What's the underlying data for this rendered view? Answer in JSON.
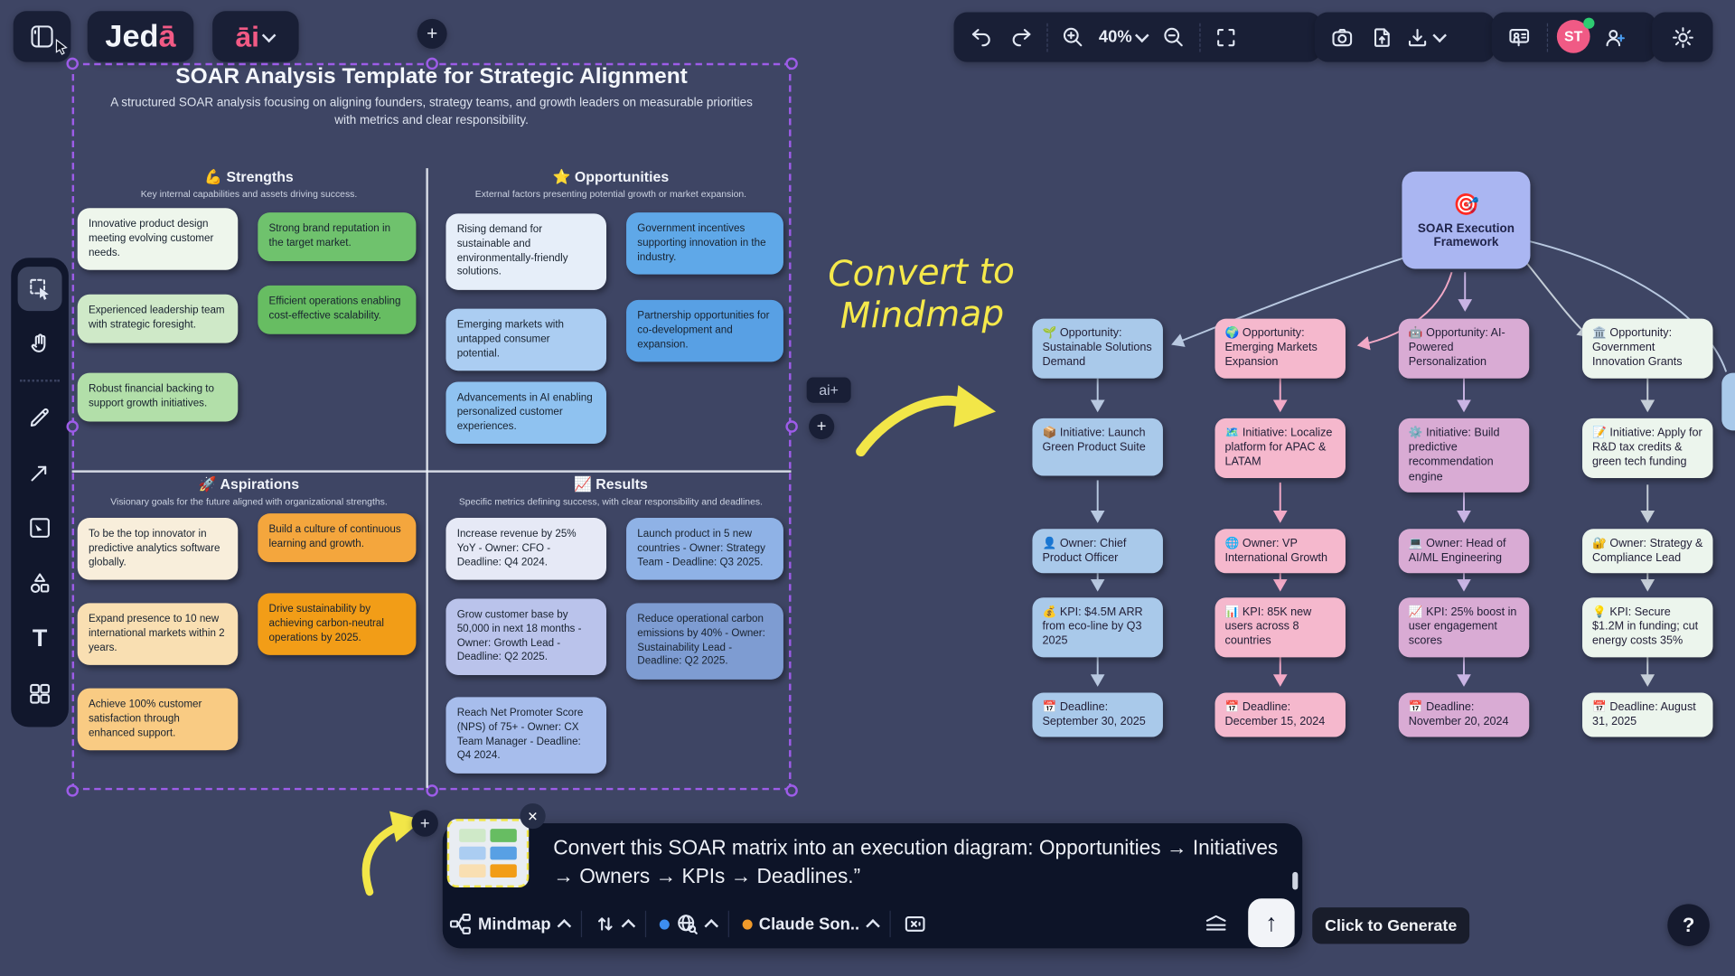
{
  "brand": {
    "logo_part1": "Jed",
    "logo_part2": "ā",
    "ai_label": "āi"
  },
  "ui": {
    "plus": "+",
    "close": "✕",
    "help": "?",
    "arrow_up": "↑",
    "ai_plus": "ai+",
    "text_tool": "T"
  },
  "toolbar": {
    "zoom_level": "40%",
    "avatar_initials": "ST"
  },
  "soar": {
    "title": "SOAR Analysis Template for Strategic Alignment",
    "subtitle": "A structured SOAR analysis focusing on aligning founders, strategy teams, and growth leaders on measurable priorities with metrics and clear responsibility.",
    "quadrants": [
      {
        "icon": "💪",
        "title": "Strengths",
        "subtitle": "Key internal capabilities and assets driving success.",
        "cards": [
          "Innovative product design meeting evolving customer needs.",
          "Strong brand reputation in the target market.",
          "Experienced leadership team with strategic foresight.",
          "Efficient operations enabling cost-effective scalability.",
          "Robust financial backing to support growth initiatives."
        ]
      },
      {
        "icon": "⭐",
        "title": "Opportunities",
        "subtitle": "External factors presenting potential growth or market expansion.",
        "cards": [
          "Rising demand for sustainable and environmentally-friendly solutions.",
          "Government incentives supporting innovation in the industry.",
          "Emerging markets with untapped consumer potential.",
          "Partnership opportunities for co-development and expansion.",
          "Advancements in AI enabling personalized customer experiences."
        ]
      },
      {
        "icon": "🚀",
        "title": "Aspirations",
        "subtitle": "Visionary goals for the future aligned with organizational strengths.",
        "cards": [
          "To be the top innovator in predictive analytics software globally.",
          "Build a culture of continuous learning and growth.",
          "Expand presence to 10 new international markets within 2 years.",
          "Drive sustainability by achieving carbon-neutral operations by 2025.",
          "Achieve 100% customer satisfaction through enhanced support."
        ]
      },
      {
        "icon": "📈",
        "title": "Results",
        "subtitle": "Specific metrics defining success, with clear responsibility and deadlines.",
        "cards": [
          "Increase revenue by 25% YoY - Owner: CFO - Deadline: Q4 2024.",
          "Launch product in 5 new countries - Owner: Strategy Team - Deadline: Q3 2025.",
          "Grow customer base by 50,000 in next 18 months - Owner: Growth Lead - Deadline: Q2 2025.",
          "Reduce operational carbon emissions by 40% - Owner: Sustainability Lead - Deadline: Q2 2025.",
          "Reach Net Promoter Score (NPS) of 75+ - Owner: CX Team Manager - Deadline: Q4 2024."
        ]
      }
    ]
  },
  "annotation": {
    "line1": "Convert to",
    "line2": "Mindmap"
  },
  "mindmap": {
    "root": {
      "icon": "🎯",
      "text": "SOAR Execution Framework"
    },
    "columns": [
      {
        "nodes": [
          {
            "icon": "🌱",
            "text": "Opportunity: Sustainable Solutions Demand"
          },
          {
            "icon": "📦",
            "text": "Initiative: Launch Green Product Suite"
          },
          {
            "icon": "👤",
            "text": "Owner: Chief Product Officer"
          },
          {
            "icon": "💰",
            "text": "KPI: $4.5M ARR from eco-line by Q3 2025"
          },
          {
            "icon": "📅",
            "text": "Deadline: September 30, 2025"
          }
        ]
      },
      {
        "nodes": [
          {
            "icon": "🌍",
            "text": "Opportunity: Emerging Markets Expansion"
          },
          {
            "icon": "🗺️",
            "text": "Initiative: Localize platform for APAC & LATAM"
          },
          {
            "icon": "🌐",
            "text": "Owner: VP International Growth"
          },
          {
            "icon": "📊",
            "text": "KPI: 85K new users across 8 countries"
          },
          {
            "icon": "📅",
            "text": "Deadline: December 15, 2024"
          }
        ]
      },
      {
        "nodes": [
          {
            "icon": "🤖",
            "text": "Opportunity: AI-Powered Personalization"
          },
          {
            "icon": "⚙️",
            "text": "Initiative: Build predictive recommendation engine"
          },
          {
            "icon": "💻",
            "text": "Owner: Head of AI/ML Engineering"
          },
          {
            "icon": "📈",
            "text": "KPI: 25% boost in user engagement scores"
          },
          {
            "icon": "📅",
            "text": "Deadline: November 20, 2024"
          }
        ]
      },
      {
        "nodes": [
          {
            "icon": "🏛️",
            "text": "Opportunity: Government Innovation Grants"
          },
          {
            "icon": "📝",
            "text": "Initiative: Apply for R&D tax credits & green tech funding"
          },
          {
            "icon": "🔐",
            "text": "Owner: Strategy & Compliance Lead"
          },
          {
            "icon": "💡",
            "text": "KPI: Secure $1.2M in funding; cut energy costs 35%"
          },
          {
            "icon": "📅",
            "text": "Deadline: August 31, 2025"
          }
        ]
      }
    ]
  },
  "prompt_bar": {
    "prompt_text": "Convert this SOAR matrix into an execution diagram: Opportunities → Initiatives → Owners → KPIs → Deadlines.”",
    "mode_label": "Mindmap",
    "model_label": "Claude Son..",
    "generate_tooltip": "Click to Generate"
  }
}
